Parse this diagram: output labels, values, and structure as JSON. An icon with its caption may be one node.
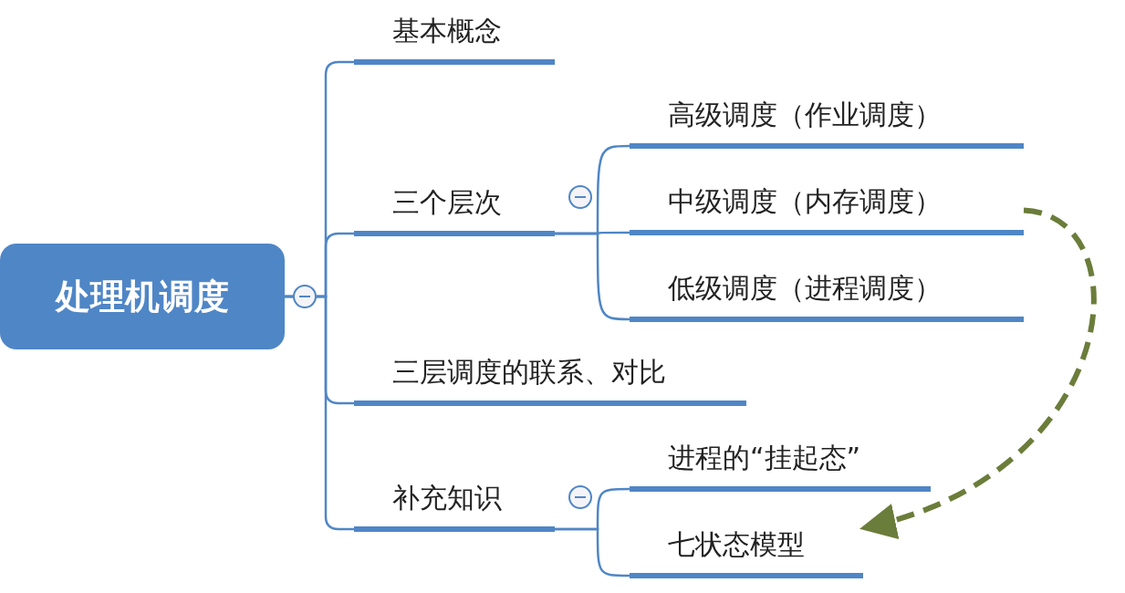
{
  "diagram": {
    "nodes": [
      {
        "text": [
          "处理机调度"
        ]
      },
      {
        "text": [
          "基本概念"
        ]
      },
      {
        "text": [
          "三个层次"
        ]
      },
      {
        "text": [
          "高级调度（作业调度）"
        ]
      },
      {
        "text": [
          "中级调度（内存调度）"
        ]
      },
      {
        "text": [
          "低级调度（进程调度）"
        ]
      },
      {
        "text": [
          "三层调度的联系、对比"
        ]
      },
      {
        "text": [
          "补充知识"
        ]
      },
      {
        "text": [
          "进程的“挂起态”"
        ]
      },
      {
        "text": [
          "七状态模型"
        ]
      }
    ],
    "edges": [
      {
        "from": 0,
        "to": 1,
        "arrow": "none"
      },
      {
        "from": 0,
        "to": 2,
        "arrow": "none"
      },
      {
        "from": 0,
        "to": 6,
        "arrow": "none"
      },
      {
        "from": 0,
        "to": 7,
        "arrow": "none"
      },
      {
        "from": 2,
        "to": 3,
        "arrow": "none"
      },
      {
        "from": 2,
        "to": 4,
        "arrow": "none"
      },
      {
        "from": 2,
        "to": 5,
        "arrow": "none"
      },
      {
        "from": 7,
        "to": 8,
        "arrow": "none"
      },
      {
        "from": 7,
        "to": 9,
        "arrow": "none"
      },
      {
        "from": 4,
        "to": 9,
        "arrow": "to",
        "style": "dashed",
        "color": "#6b7d3a"
      }
    ]
  }
}
